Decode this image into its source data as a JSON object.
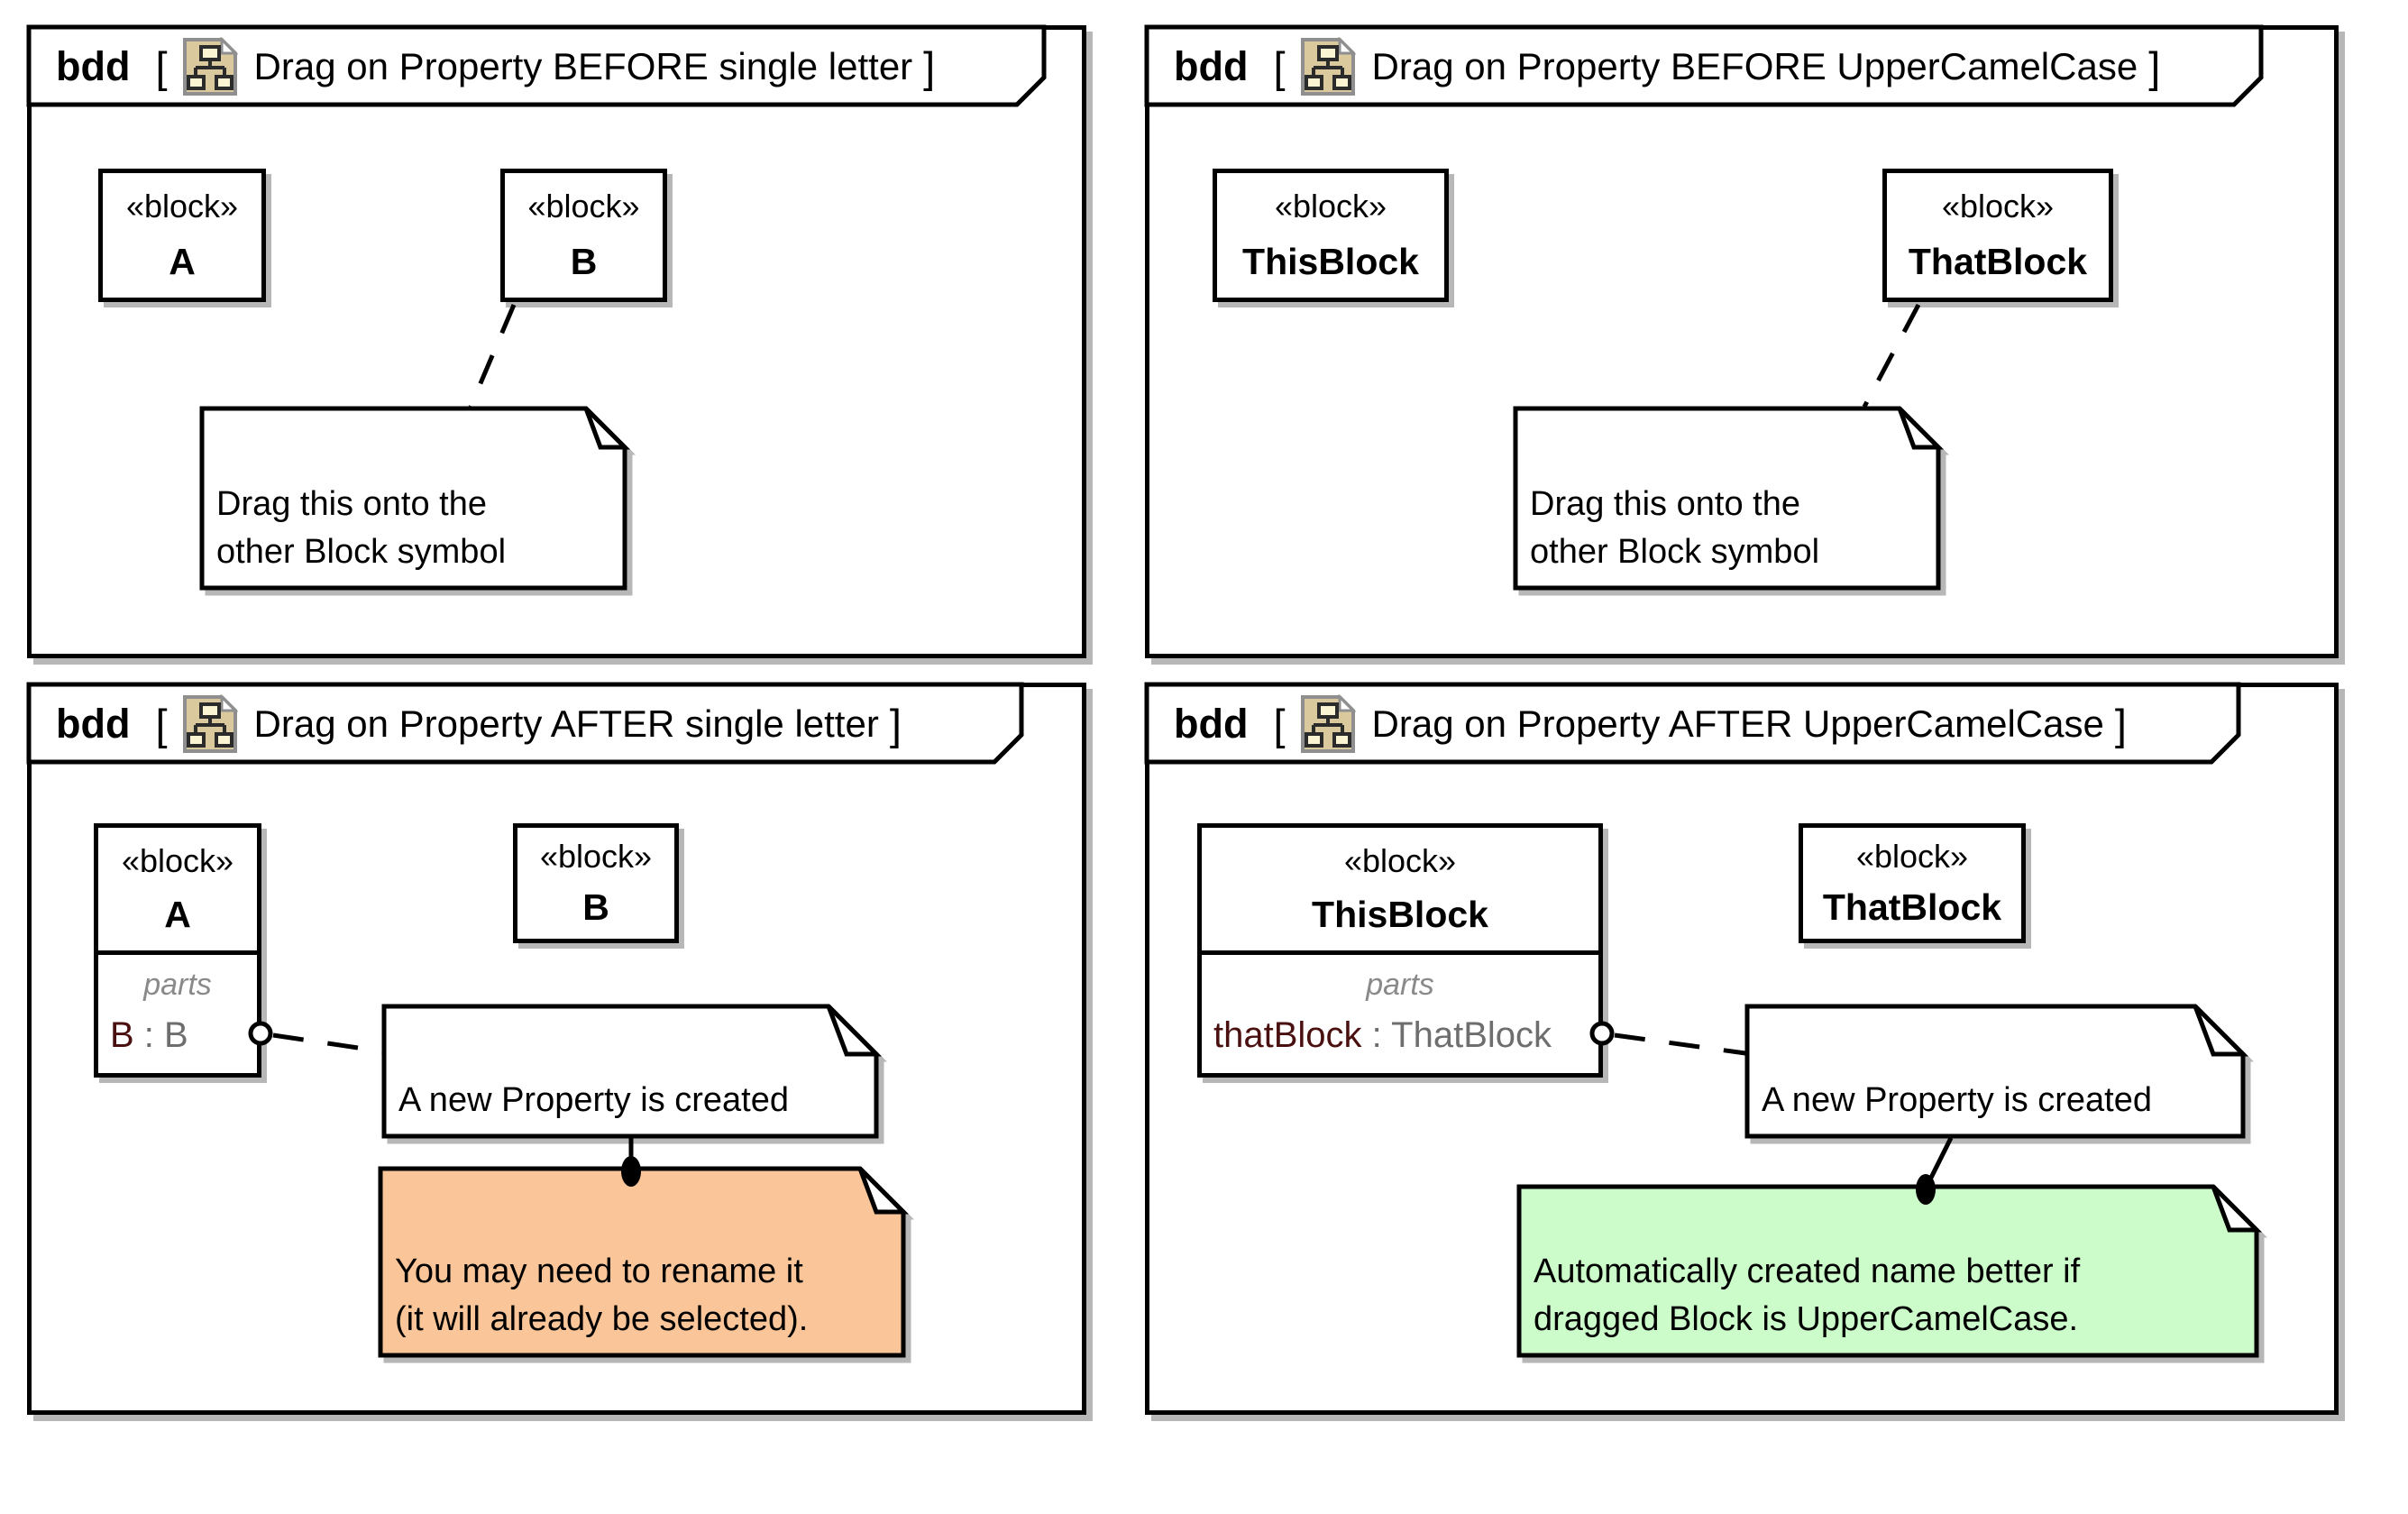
{
  "colors": {
    "frame_border": "#000000",
    "shadow": "#b7b7b7",
    "orange_note_fill": "#FAC699",
    "green_note_fill": "#CBFCCA",
    "part_name_color": "#4a1010",
    "part_type_color": "#6e6e6e",
    "parts_label_color": "#8a8a8a",
    "icon_body_fill": "#D9C99C",
    "icon_border": "#8f8f8f",
    "icon_square_fill": "#FBF4D3"
  },
  "panels": {
    "top_left": {
      "header": {
        "bdd": "bdd",
        "open_bracket": "[",
        "title": "Drag on Property BEFORE single letter",
        "close_bracket": "]"
      },
      "block_left": {
        "stereotype": "«block»",
        "name": "A"
      },
      "block_right": {
        "stereotype": "«block»",
        "name": "B"
      },
      "note": {
        "lines": [
          "Drag this onto the",
          "other Block symbol"
        ]
      }
    },
    "top_right": {
      "header": {
        "bdd": "bdd",
        "open_bracket": "[",
        "title": "Drag on Property BEFORE UpperCamelCase",
        "close_bracket": "]"
      },
      "block_left": {
        "stereotype": "«block»",
        "name": "ThisBlock"
      },
      "block_right": {
        "stereotype": "«block»",
        "name": "ThatBlock"
      },
      "note": {
        "lines": [
          "Drag this onto the",
          "other Block symbol"
        ]
      }
    },
    "bottom_left": {
      "header": {
        "bdd": "bdd",
        "open_bracket": "[",
        "title": "Drag on Property AFTER single letter",
        "close_bracket": "]"
      },
      "block_left": {
        "stereotype": "«block»",
        "name": "A",
        "parts_label": "parts",
        "part": {
          "name": "B",
          "rest": " : B"
        }
      },
      "block_right": {
        "stereotype": "«block»",
        "name": "B"
      },
      "note_created": {
        "lines": [
          "A new Property is created"
        ]
      },
      "note_rename": {
        "fill": "#FAC699",
        "lines": [
          "You may need to rename it",
          "(it will already be selected)."
        ]
      }
    },
    "bottom_right": {
      "header": {
        "bdd": "bdd",
        "open_bracket": "[",
        "title": "Drag on Property AFTER UpperCamelCase",
        "close_bracket": "]"
      },
      "block_left": {
        "stereotype": "«block»",
        "name": "ThisBlock",
        "parts_label": "parts",
        "part": {
          "name": "thatBlock",
          "rest": " : ThatBlock"
        }
      },
      "block_right": {
        "stereotype": "«block»",
        "name": "ThatBlock"
      },
      "note_created": {
        "lines": [
          "A new Property is created"
        ]
      },
      "note_auto": {
        "fill": "#CBFCCA",
        "lines": [
          "Automatically created name better if",
          "dragged Block is UpperCamelCase."
        ]
      }
    }
  }
}
